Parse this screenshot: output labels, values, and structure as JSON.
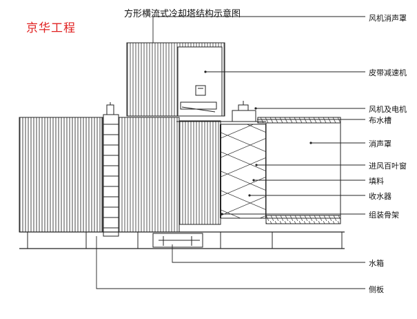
{
  "brand": {
    "text": "京华工程",
    "color": "#e02020"
  },
  "title": "方形横流式冷却塔结构示意图",
  "labels": {
    "fan_silencer_cover": "风机消声罩",
    "belt_reducer": "皮带减速机",
    "fan_motor": "风机及电机",
    "water_distribution_trough": "布水槽",
    "silencer_cover": "消声罩",
    "inlet_louver": "进风百叶窗",
    "fill": "填料",
    "drift_eliminator": "收水器",
    "assembled_frame": "组装骨架",
    "water_tank": "水箱",
    "side_panel": "侧板"
  }
}
